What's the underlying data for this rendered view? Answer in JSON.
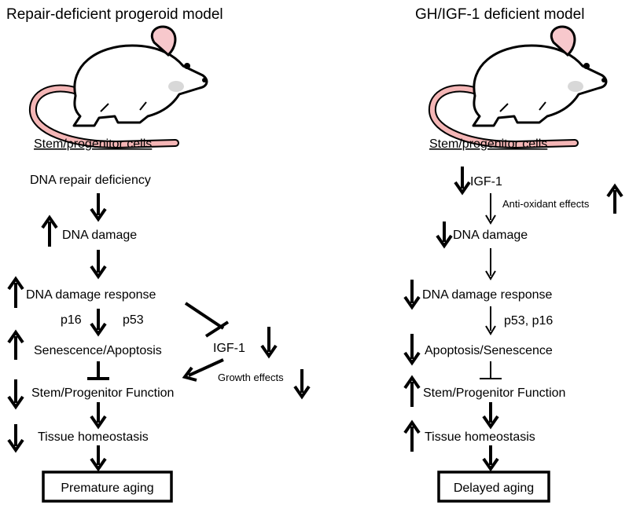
{
  "colors": {
    "ink": "#000000",
    "mouse_body": "#ffffff",
    "mouse_pink": "#f4b6b6",
    "mouse_ear": "#f7c8cc",
    "mouse_shade": "#d8d8d8"
  },
  "left": {
    "title": "Repair-deficient progeroid model",
    "cells_label": "Stem/progenitor cells",
    "dna_repair": "DNA repair deficiency",
    "dna_damage": "DNA damage",
    "ddr": "DNA damage response",
    "p16": "p16",
    "p53": "p53",
    "senescence": "Senescence/Apoptosis",
    "stem_function": "Stem/Progenitor Function",
    "tissue": "Tissue homeostasis",
    "outcome": "Premature aging",
    "igf1": "IGF-1",
    "growth_effects": "Growth effects"
  },
  "right": {
    "title": "GH/IGF-1 deficient model",
    "cells_label": "Stem/progenitor cells",
    "igf1": "IGF-1",
    "antioxidant": "Anti-oxidant effects",
    "dna_damage": "DNA damage",
    "ddr": "DNA damage response",
    "p53_p16": "p53, p16",
    "apoptosis": "Apoptosis/Senescence",
    "stem_function": "Stem/Progenitor Function",
    "tissue": "Tissue homeostasis",
    "outcome": "Delayed aging"
  },
  "icons": {
    "mouse": "mouse-icon",
    "up": "up-arrow-icon",
    "down": "down-arrow-icon",
    "inhibit": "inhibition-icon"
  }
}
